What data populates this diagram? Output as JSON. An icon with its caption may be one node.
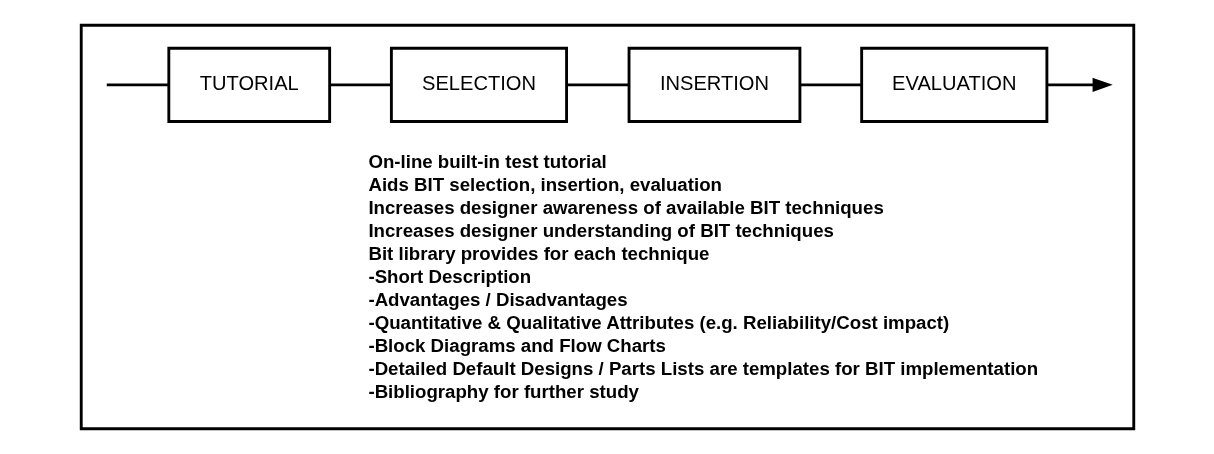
{
  "diagram": {
    "nodes": [
      {
        "text": [],
        "shape": "box"
      },
      {
        "text": [
          "TUTORIAL"
        ],
        "in": 0
      },
      {
        "text": [
          "SELECTION"
        ],
        "in": 0
      },
      {
        "text": [
          "INSERTION"
        ],
        "in": 0
      },
      {
        "text": [
          "EVALUATION"
        ],
        "in": 0
      }
    ],
    "edges": [
      {
        "from": null,
        "to": 1,
        "arrow": "none"
      },
      {
        "from": 1,
        "to": 2,
        "arrow": "none"
      },
      {
        "from": 2,
        "to": 3,
        "arrow": "none"
      },
      {
        "from": 3,
        "to": 4,
        "arrow": "none"
      },
      {
        "from": 4,
        "to": null,
        "arrow": "to"
      }
    ],
    "labels": [
      "On-line built-in test tutorial",
      "Aids BIT selection, insertion, evaluation",
      "Increases designer awareness of available BIT techniques",
      "Increases designer understanding of BIT techniques",
      "Bit library provides for each technique",
      "-Short Description",
      "-Advantages / Disadvantages",
      "-Quantitative & Qualitative Attributes (e.g. Reliability/Cost impact)",
      "-Block Diagrams and Flow Charts",
      "-Detailed Default Designs / Parts Lists are templates for BIT implementation",
      "-Bibliography for further study"
    ]
  }
}
